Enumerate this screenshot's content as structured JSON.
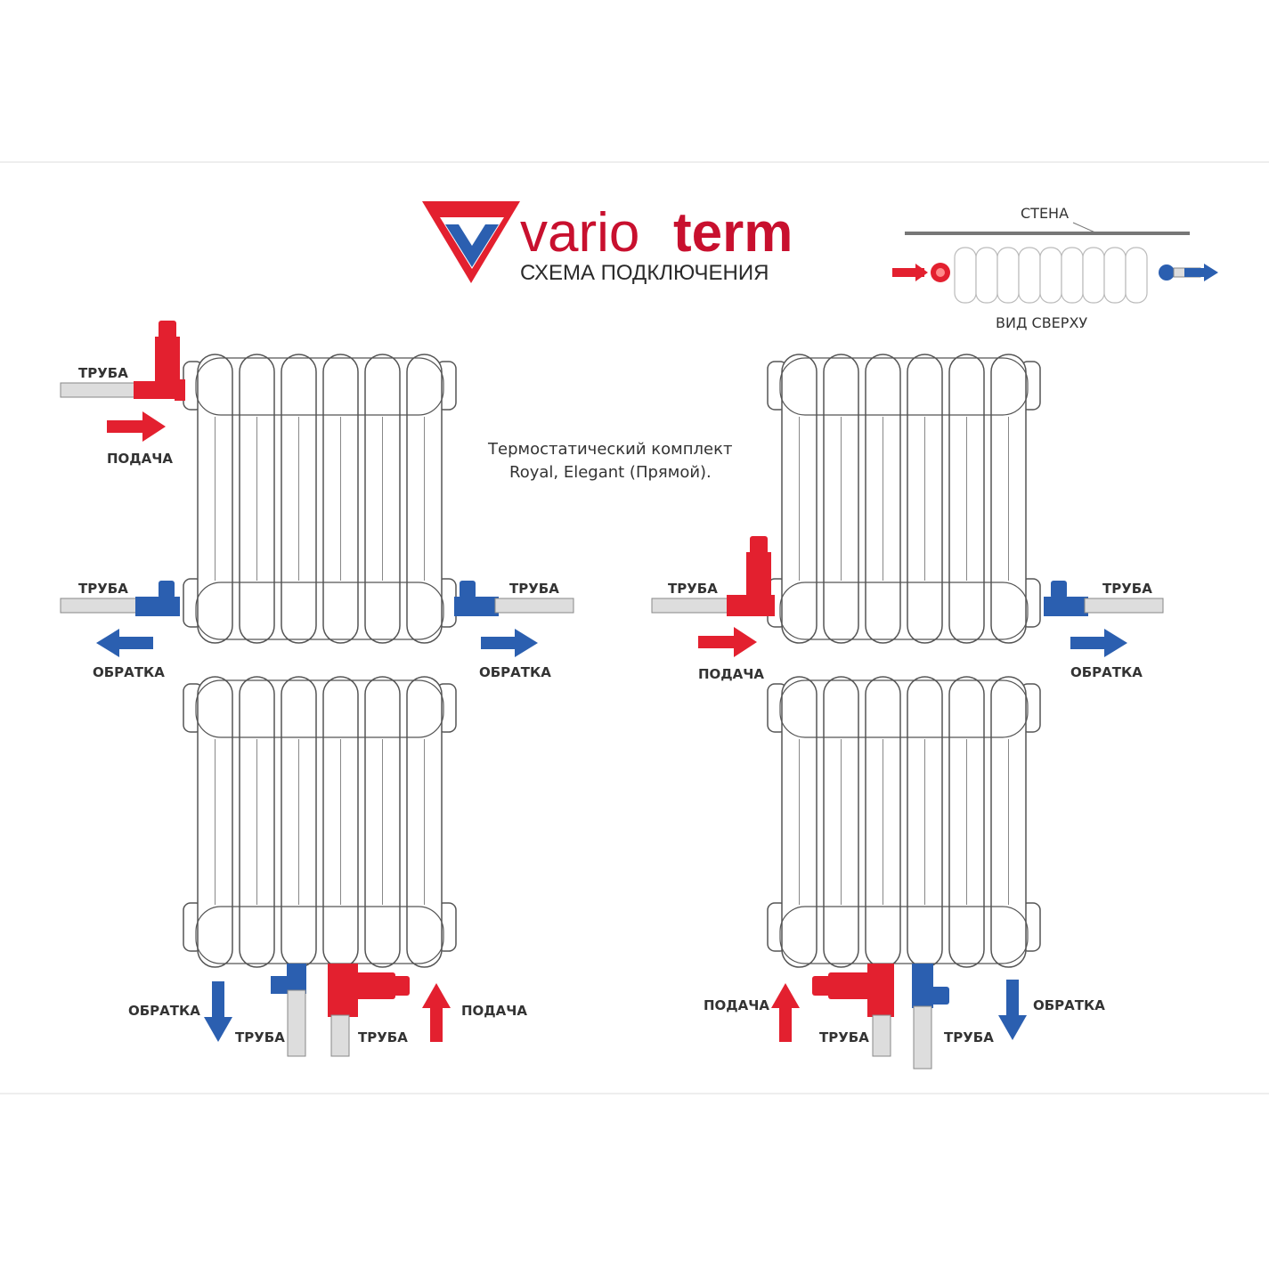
{
  "brand": {
    "word1": "vario",
    "word2": "term",
    "subtitle": "СХЕМА ПОДКЛЮЧЕНИЯ"
  },
  "note": {
    "line1": "Термостатический комплект",
    "line2": "Royal, Elegant (Прямой)."
  },
  "top_view": {
    "wall_label": "СТЕНА",
    "caption": "ВИД СВЕРХУ"
  },
  "labels": {
    "pipe": "ТРУБА",
    "supply": "ПОДАЧА",
    "return": "ОБРАТКА"
  },
  "colors": {
    "supply": "#e3202f",
    "return": "#2b5fb0",
    "pipe": "#dddddd",
    "outline": "#555555",
    "brand": "#c8102e"
  }
}
